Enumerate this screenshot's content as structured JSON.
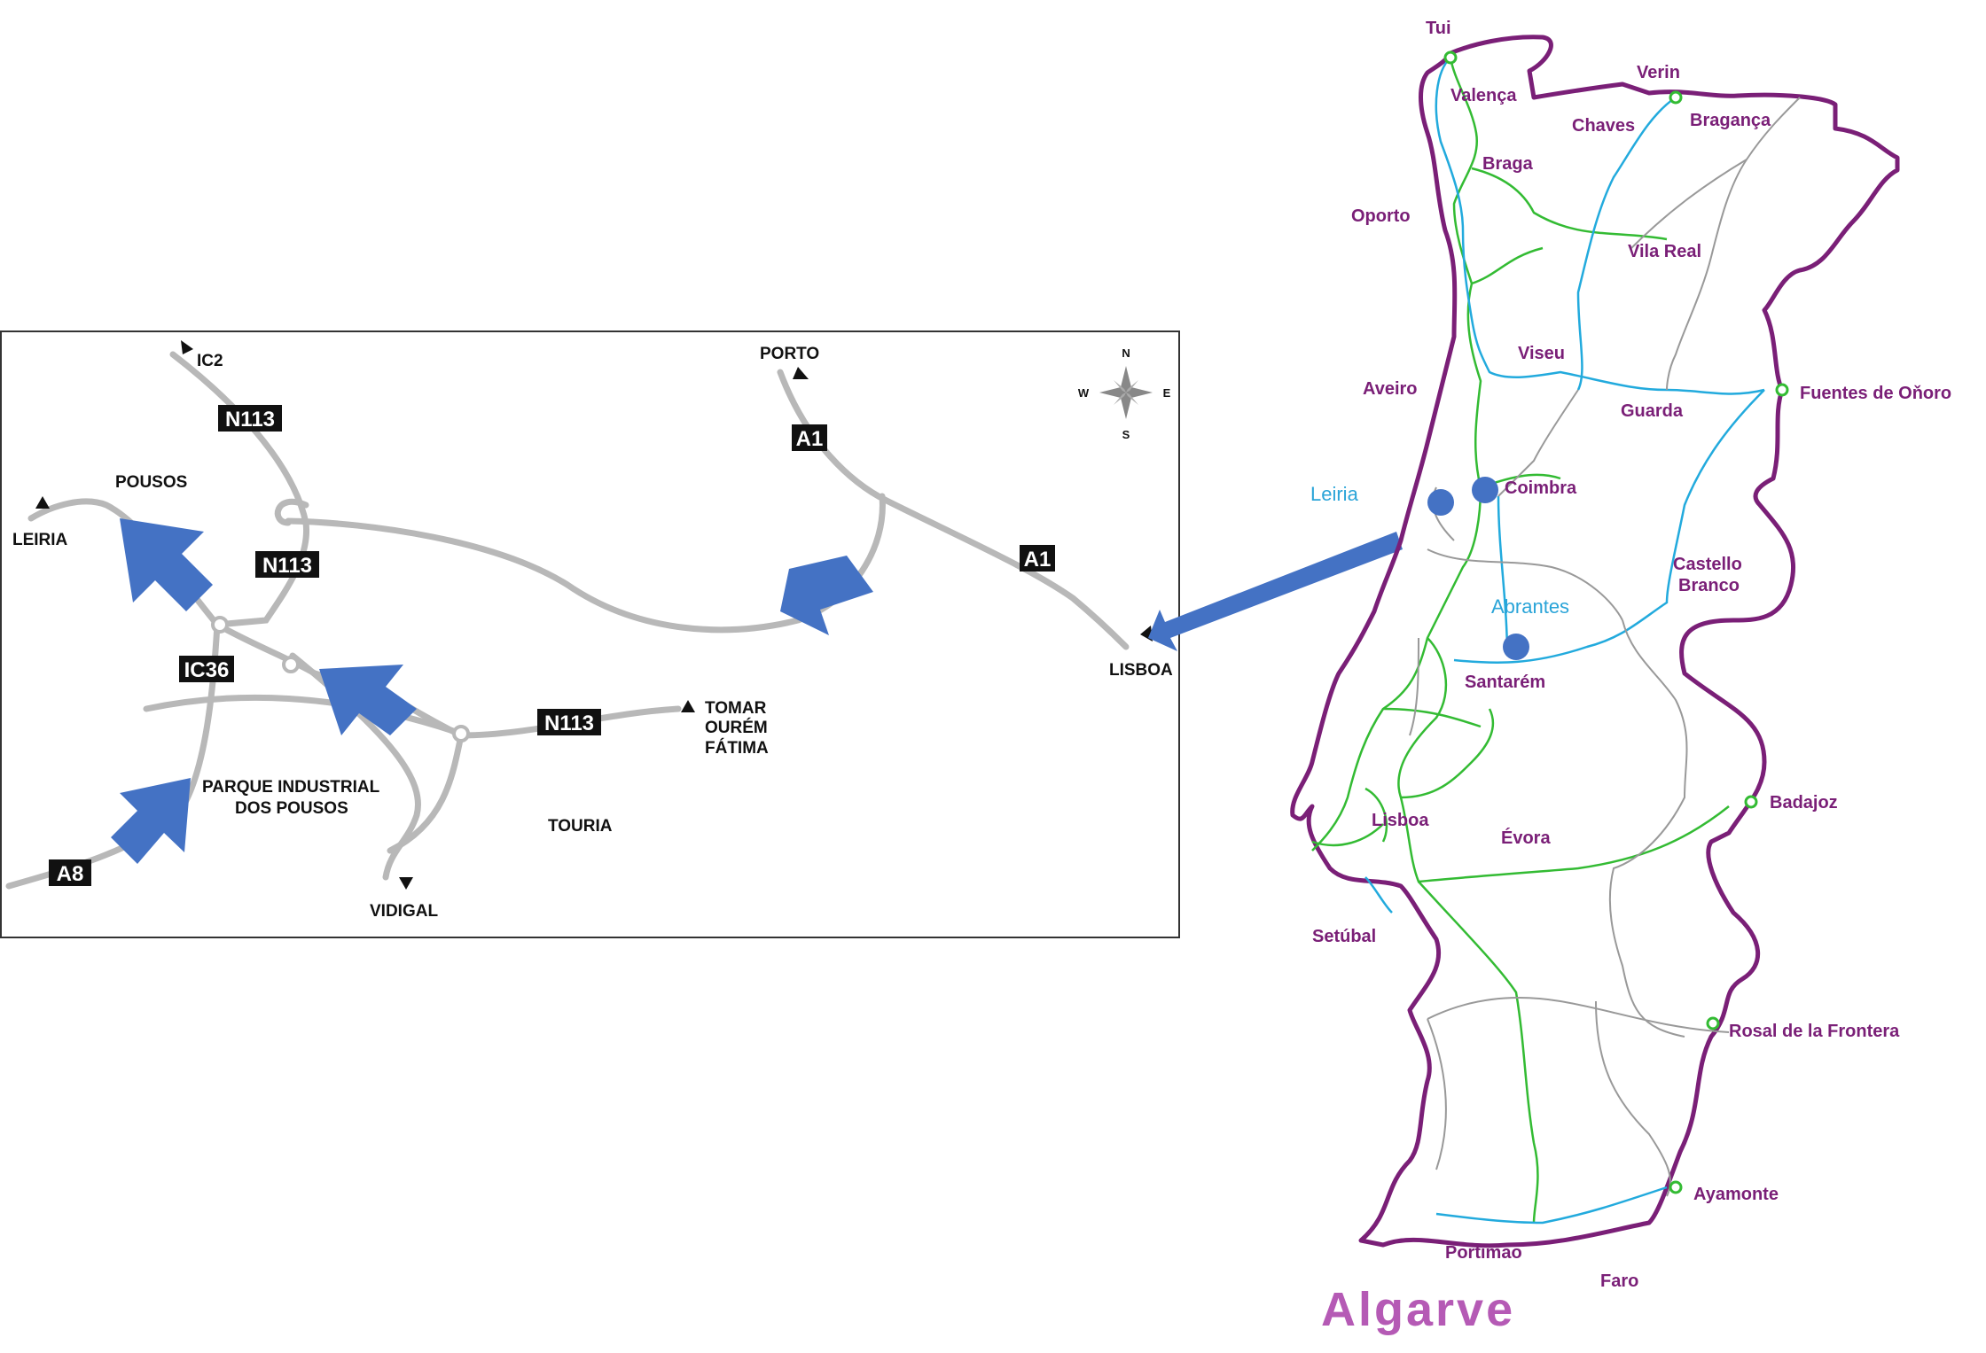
{
  "colors": {
    "road_grey": "#b8b8b8",
    "shield_bg": "#111111",
    "pointer_blue": "#4472c4",
    "border_purple": "#7a1f77",
    "motorway_green": "#33bb33",
    "highway_cyan": "#22aadd",
    "road_light_grey": "#999999",
    "label_blue": "#2aa4d8",
    "region_pink": "#b55ab5"
  },
  "local_map": {
    "compass": {
      "n": "N",
      "s": "S",
      "e": "E",
      "w": "W",
      "icon": "compass-rose-icon"
    },
    "shields": {
      "n113_top": "N113",
      "n113_mid": "N113",
      "n113_east": "N113",
      "a1_north": "A1",
      "a1_east": "A1",
      "ic36": "IC36",
      "a8": "A8"
    },
    "destinations": {
      "ic2": "IC2",
      "porto": "PORTO",
      "leiria": "LEIRIA",
      "lisboa": "LISBOA",
      "tomar": "TOMAR",
      "ourem": "OURÉM",
      "fatima": "FÁTIMA",
      "vidigal": "VIDIGAL"
    },
    "places": {
      "pousos": "POUSOS",
      "parque_1": "PARQUE INDUSTRIAL",
      "parque_2": "DOS POUSOS",
      "touria": "TOURIA"
    }
  },
  "portugal_map": {
    "cities": {
      "tui": "Tui",
      "valenca": "Valença",
      "verin": "Verin",
      "chaves": "Chaves",
      "braganca": "Bragança",
      "braga": "Braga",
      "oporto": "Oporto",
      "vila_real": "Vila Real",
      "viseu": "Viseu",
      "aveiro": "Aveiro",
      "fuentes": "Fuentes de Oňoro",
      "guarda": "Guarda",
      "coimbra": "Coimbra",
      "castello_1": "Castello",
      "castello_2": "Branco",
      "santarem": "Santarém",
      "lisboa": "Lisboa",
      "badajoz": "Badajoz",
      "evora": "Évora",
      "setubal": "Setúbal",
      "rosal": "Rosal de la Frontera",
      "ayamonte": "Ayamonte",
      "portimao": "Portimao",
      "faro": "Faro"
    },
    "highlighted": {
      "leiria": "Leiria",
      "abrantes": "Abrantes"
    },
    "region": "Algarve"
  }
}
